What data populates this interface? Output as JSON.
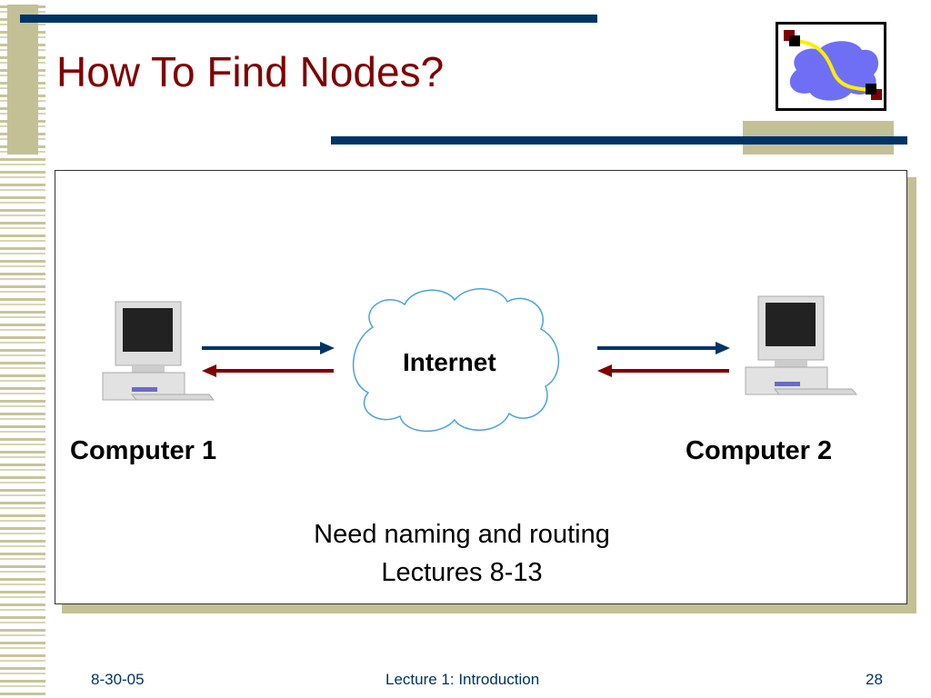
{
  "slide": {
    "title": "How To Find Nodes?"
  },
  "diagram": {
    "cloud_label": "Internet",
    "left_computer": "Computer 1",
    "right_computer": "Computer 2",
    "note_line1": "Need naming and routing",
    "note_line2": "Lectures 8-13",
    "colors": {
      "outbound_arrow": "#003366",
      "inbound_arrow": "#7f0000",
      "cloud_stroke": "#4aa3df"
    }
  },
  "footer": {
    "date": "8-30-05",
    "center": "Lecture 1: Introduction",
    "page": "28"
  }
}
